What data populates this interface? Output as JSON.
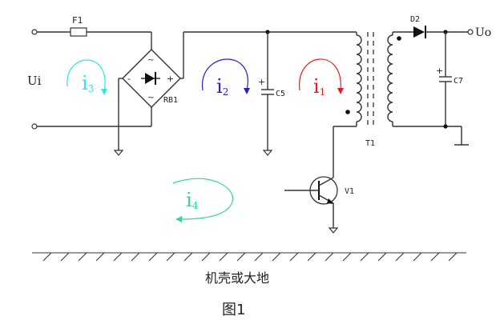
{
  "labels": {
    "fuse": "F1",
    "input_voltage": "Ui",
    "bridge": "RB1",
    "bridge_minus": "-",
    "bridge_plus": "+",
    "cap_input": "C5",
    "cap_input_plus": "+",
    "cap_output": "C7",
    "cap_output_plus": "+",
    "diode": "D2",
    "output_voltage": "Uo",
    "transformer": "T1",
    "transistor": "V1",
    "chassis_label": "机壳或大地",
    "figure_caption": "图1"
  },
  "currents": [
    {
      "name": "i3",
      "base": "i",
      "sub": "3",
      "color": "#2ee6e6"
    },
    {
      "name": "i2",
      "base": "i",
      "sub": "2",
      "color": "#2323cc"
    },
    {
      "name": "i1",
      "base": "i",
      "sub": "1",
      "color": "#e02020"
    },
    {
      "name": "i4",
      "base": "i",
      "sub": "4",
      "color": "#2fd98f"
    }
  ]
}
